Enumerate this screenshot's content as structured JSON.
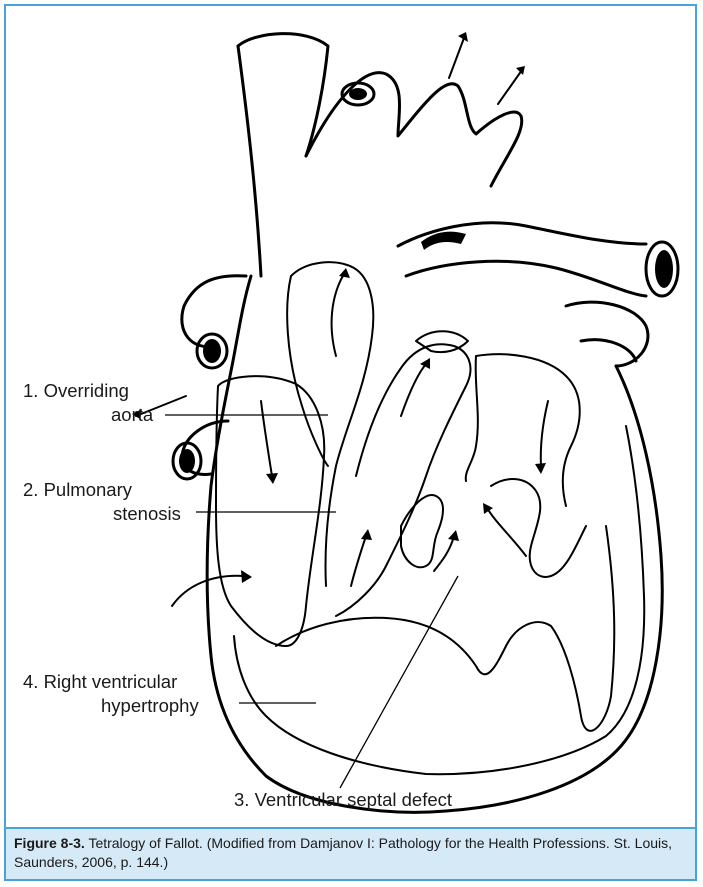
{
  "labels": {
    "overriding_aorta_1": "1. Overriding",
    "overriding_aorta_2": "aorta",
    "pulmonary_stenosis_1": "2. Pulmonary",
    "pulmonary_stenosis_2": "stenosis",
    "vsd": "3. Ventricular septal defect",
    "rvh_1": "4. Right ventricular",
    "rvh_2": "hypertrophy"
  },
  "caption": {
    "figure_number": "Figure 8-3.",
    "text": "Tetralogy of Fallot. (Modified from Damjanov I: Pathology for the Health Professions. St. Louis, Saunders, 2006, p. 144.)"
  },
  "colors": {
    "frame": "#4aa3d8",
    "caption_background": "#d6e9f6"
  }
}
